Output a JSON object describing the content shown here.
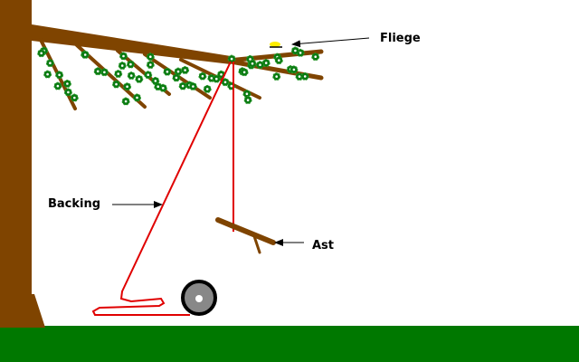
{
  "labels": {
    "fly": "Fliege",
    "backing": "Backing",
    "branch": "Ast"
  },
  "colors": {
    "wood": "#7f4400",
    "leaf": "#0a7a12",
    "line": "#e00000",
    "ground": "#007800",
    "fly": "#ffee00",
    "reel": "#888888"
  }
}
